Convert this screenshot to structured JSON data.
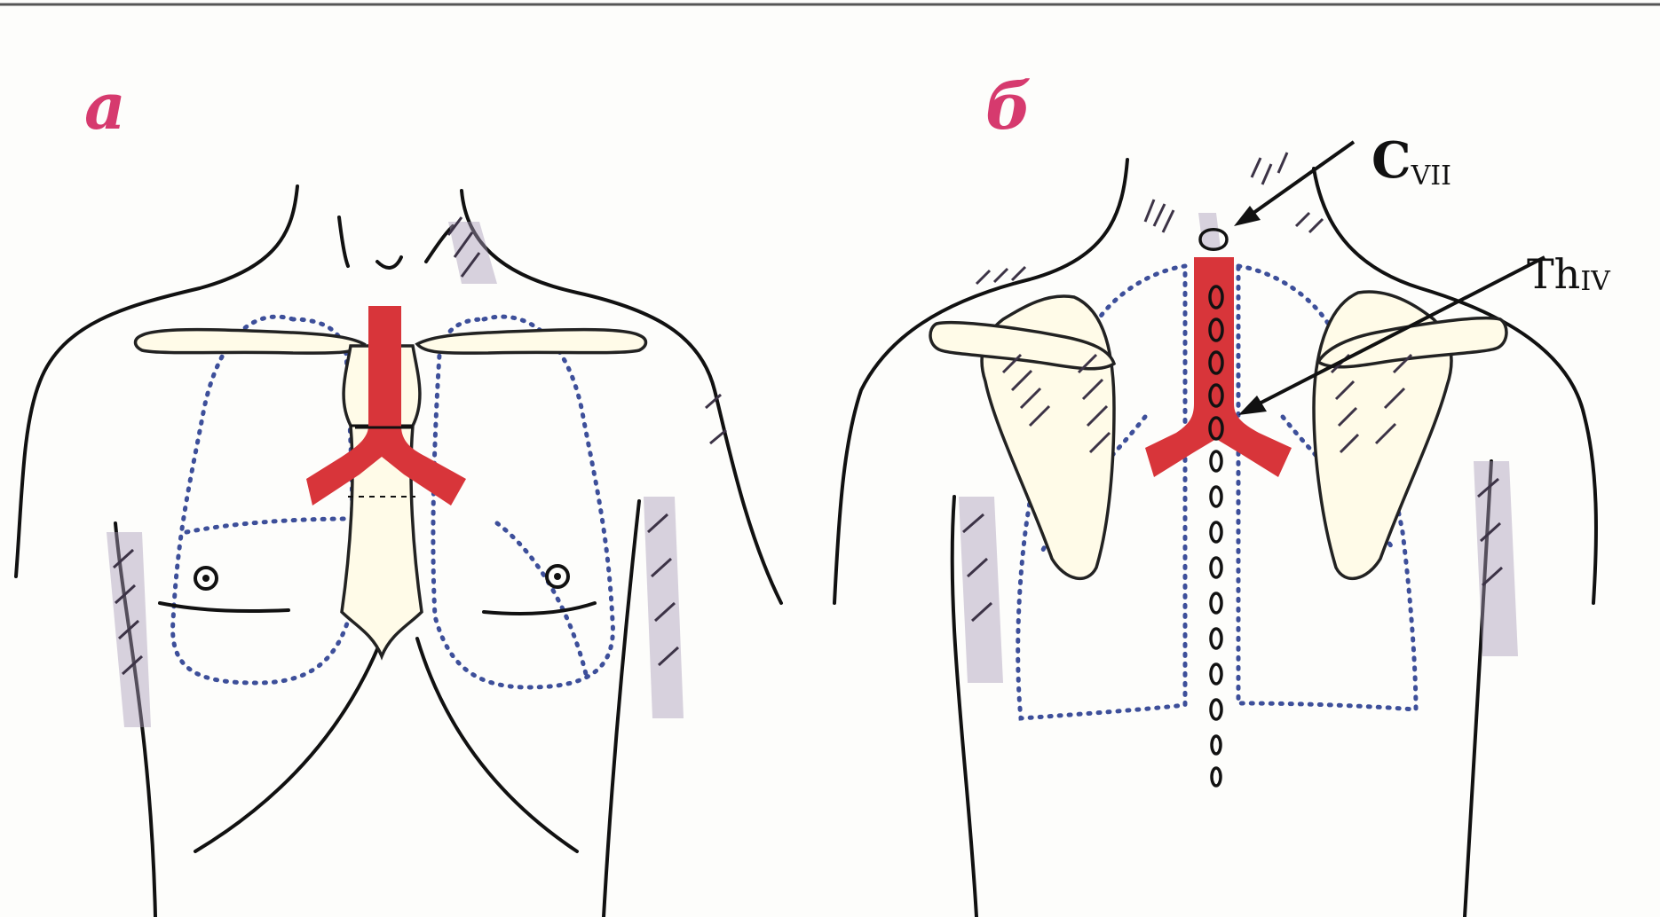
{
  "figure": {
    "panel_a_label": "а",
    "panel_b_label": "б",
    "annotations": [
      {
        "id": "cvii",
        "main": "C",
        "sub": "VII"
      },
      {
        "id": "thiv",
        "main": "Th",
        "sub": "IV"
      }
    ]
  },
  "colors": {
    "label": "#d63a6e",
    "trachea": "#d8353a",
    "lung_outline": "#3d4f9a",
    "line": "#111111",
    "bone_fill": "#fffbe8"
  }
}
